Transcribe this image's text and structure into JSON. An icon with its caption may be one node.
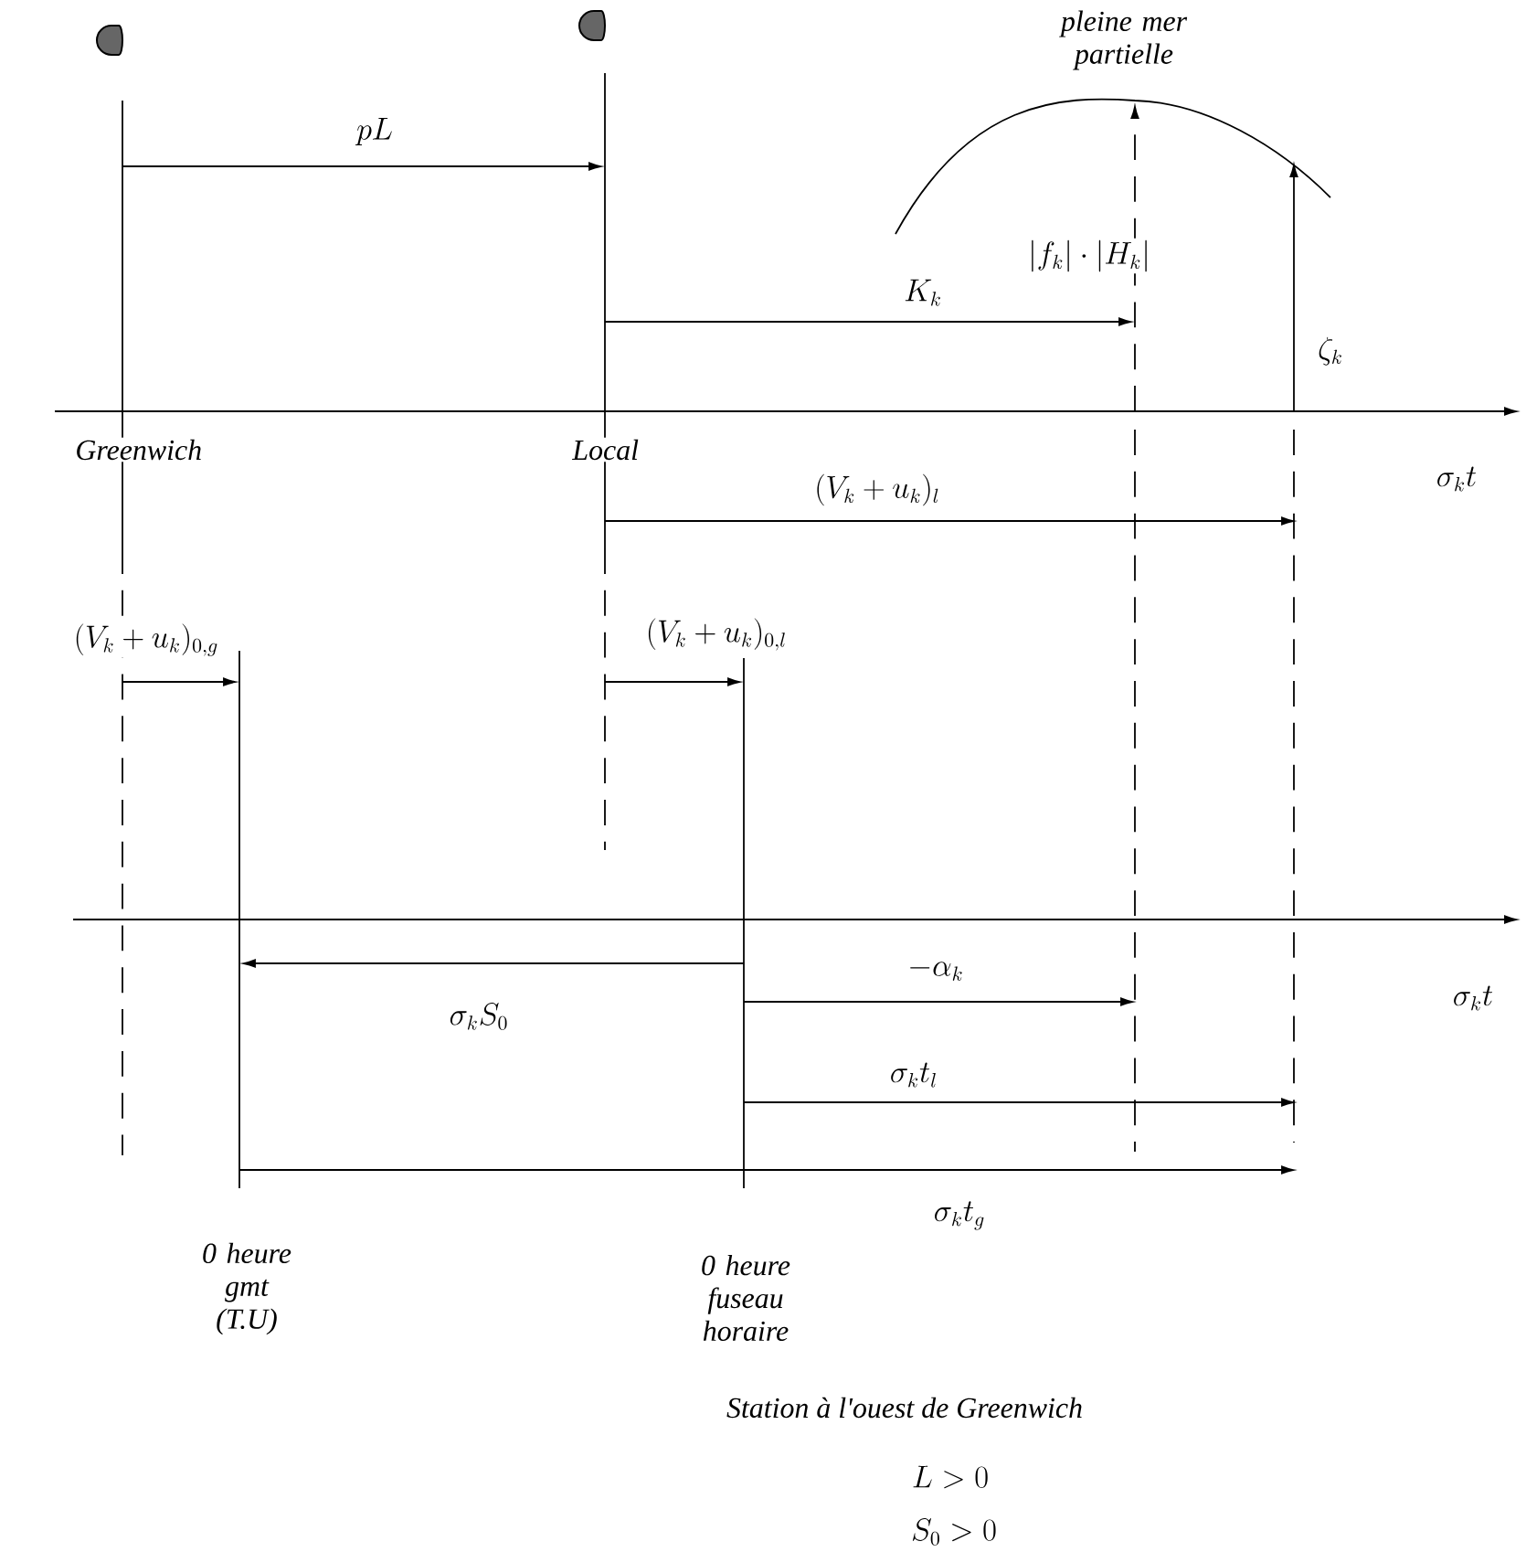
{
  "diagram": {
    "labels": [
      "pleine mer partielle",
      "pL",
      "|f_k|\\cdot|H_k|",
      "K_k",
      "\\zeta_k",
      "Greenwich",
      "Local",
      "(V_k+u_k)_l",
      "\\sigma_k t",
      "(V_k+u_k)_{0,g}",
      "(V_k+u_k)_{0,l}",
      "-\\alpha_k",
      "\\sigma_k t",
      "\\sigma_k S_0",
      "\\sigma_k t_l",
      "0 heure gmt (T.U)",
      "0 heure fuseau horaire",
      "\\sigma_k t_g",
      "Station à l'ouest de Greenwich",
      "L>0",
      "S_0>0"
    ]
  }
}
